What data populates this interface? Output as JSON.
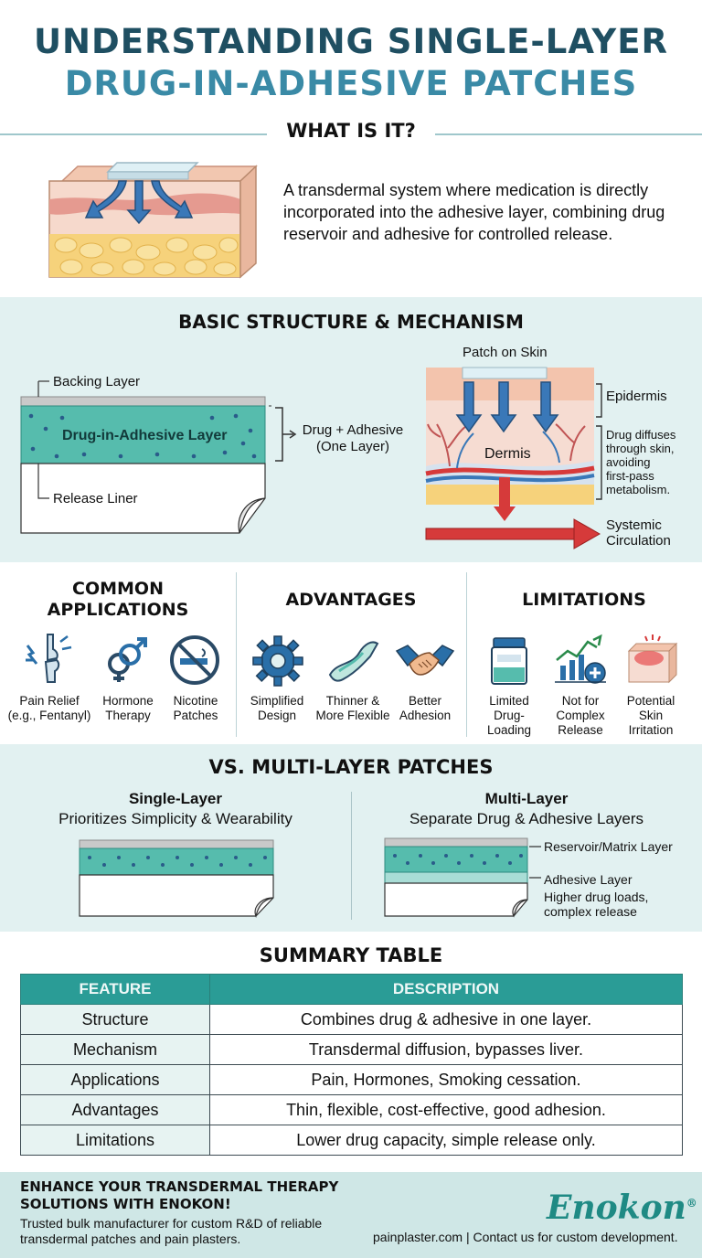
{
  "header": {
    "title_line1": "UNDERSTANDING SINGLE-LAYER",
    "title_line2": "DRUG-IN-ADHESIVE PATCHES"
  },
  "what": {
    "heading": "WHAT IS IT?",
    "description": "A transdermal system where medication is directly incorporated into the adhesive layer, combining drug reservoir and adhesive for controlled release."
  },
  "structure": {
    "heading": "BASIC STRUCTURE & MECHANISM",
    "backing_label": "Backing Layer",
    "drug_layer_label": "Drug-in-Adhesive Layer",
    "release_label": "Release Liner",
    "combo_label_line1": "Drug + Adhesive",
    "combo_label_line2": "(One Layer)",
    "patch_on_skin": "Patch on Skin",
    "epidermis": "Epidermis",
    "dermis": "Dermis",
    "diffuse_line1": "Drug diffuses",
    "diffuse_line2": "through skin,",
    "diffuse_line3": "avoiding",
    "diffuse_line4": "first-pass",
    "diffuse_line5": "metabolism.",
    "systemic_line1": "Systemic",
    "systemic_line2": "Circulation"
  },
  "applications": {
    "heading_line1": "COMMON",
    "heading_line2": "APPLICATIONS",
    "items": [
      {
        "line1": "Pain Relief",
        "line2": "(e.g., Fentanyl)",
        "icon": "joint-pain-icon"
      },
      {
        "line1": "Hormone",
        "line2": "Therapy",
        "icon": "gender-symbols-icon"
      },
      {
        "line1": "Nicotine",
        "line2": "Patches",
        "icon": "no-smoking-icon"
      }
    ]
  },
  "advantages": {
    "heading": "ADVANTAGES",
    "items": [
      {
        "line1": "Simplified",
        "line2": "Design",
        "icon": "gear-icon"
      },
      {
        "line1": "Thinner &",
        "line2": "More Flexible",
        "icon": "flexible-patch-icon"
      },
      {
        "line1": "Better",
        "line2": "Adhesion",
        "icon": "handshake-icon"
      }
    ]
  },
  "limitations": {
    "heading": "LIMITATIONS",
    "items": [
      {
        "line1": "Limited",
        "line2": "Drug-",
        "line3": "Loading",
        "icon": "container-icon"
      },
      {
        "line1": "Not for",
        "line2": "Complex",
        "line3": "Release",
        "icon": "growth-chart-icon"
      },
      {
        "line1": "Potential",
        "line2": "Skin",
        "line3": "Irritation",
        "icon": "irritated-skin-icon"
      }
    ]
  },
  "comparison": {
    "heading": "VS. MULTI-LAYER PATCHES",
    "single_title": "Single-Layer",
    "single_sub": "Prioritizes Simplicity & Wearability",
    "multi_title": "Multi-Layer",
    "multi_sub": "Separate Drug & Adhesive Layers",
    "reservoir_label": "Reservoir/Matrix Layer",
    "adhesive_label": "Adhesive Layer",
    "multi_note_line1": "Higher drug loads,",
    "multi_note_line2": "complex release"
  },
  "summary": {
    "heading": "SUMMARY TABLE",
    "col_feature": "FEATURE",
    "col_description": "DESCRIPTION",
    "rows": [
      {
        "feature": "Structure",
        "description": "Combines drug & adhesive in one layer."
      },
      {
        "feature": "Mechanism",
        "description": "Transdermal diffusion, bypasses liver."
      },
      {
        "feature": "Applications",
        "description": "Pain, Hormones, Smoking cessation."
      },
      {
        "feature": "Advantages",
        "description": "Thin, flexible, cost-effective, good adhesion."
      },
      {
        "feature": "Limitations",
        "description": "Lower drug capacity, simple release only."
      }
    ]
  },
  "footer": {
    "cta_line1": "ENHANCE YOUR TRANSDERMAL THERAPY",
    "cta_line2": "SOLUTIONS WITH ENOKON!",
    "desc_line1": "Trusted bulk manufacturer for custom R&D of reliable",
    "desc_line2": "transdermal patches and pain plasters.",
    "brand": "Enokon",
    "registered": "®",
    "contact": "painplaster.com | Contact us for custom development."
  },
  "colors": {
    "title_dark": "#1f4f62",
    "title_light": "#3a8aa6",
    "teal_layer": "#56bcad",
    "band_bg": "#e2f1f1",
    "arrow_blue": "#3a78b8",
    "arrow_red": "#d63a3a",
    "brand_green": "#1f8a84"
  }
}
